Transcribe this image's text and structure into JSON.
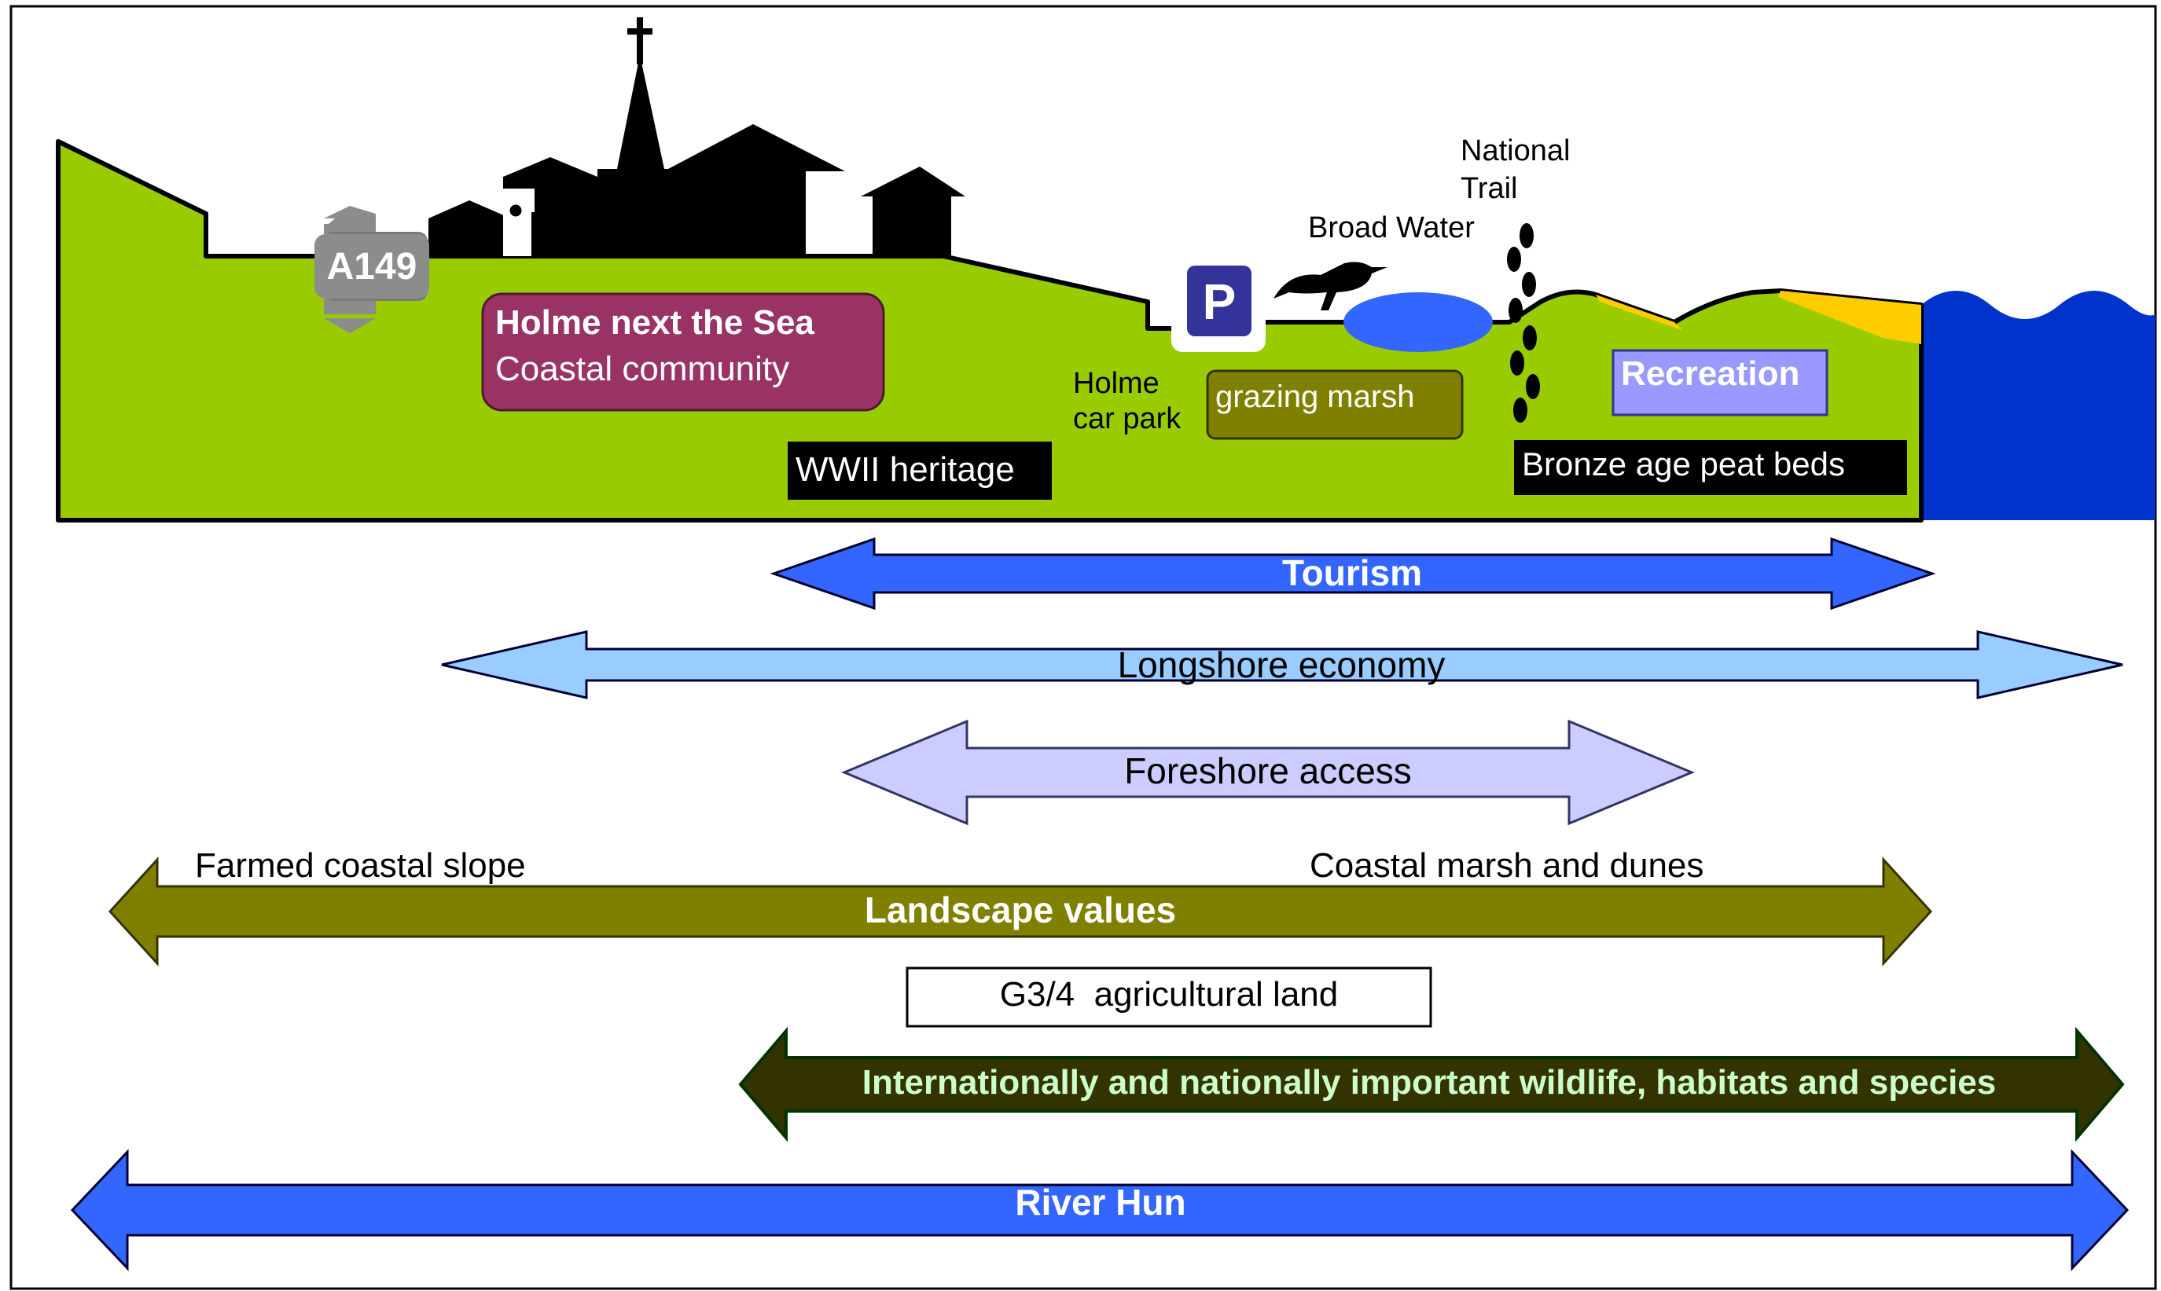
{
  "colors": {
    "grass": "#99cc00",
    "sea": "#0033cc",
    "sand": "#ffcc00",
    "pool": "#3366ff",
    "community_box": "#993366",
    "marsh_box": "#808000",
    "recreation_box": "#9999ff",
    "tourism": "#3366ff",
    "longshore": "#99ccff",
    "foreshore": "#ccccff",
    "landscape": "#808000",
    "wildlife": "#333300",
    "wildlife_text": "#ccffcc",
    "river": "#3366ff"
  },
  "icons": [
    "church-icon",
    "houses-icon",
    "road-sign-icon",
    "parking-icon",
    "bird-icon",
    "footprints-icon"
  ],
  "landscape": {
    "road_sign": "A149",
    "parking_letter": "P",
    "community_line1": "Holme next the Sea",
    "community_line2": "Coastal community",
    "wwii": "WWII heritage",
    "car_park_line1": "Holme",
    "car_park_line2": "car park",
    "broad_water": "Broad Water",
    "national_trail_line1": "National",
    "national_trail_line2": "Trail",
    "grazing_marsh": "grazing marsh",
    "recreation": "Recreation",
    "bronze_age": "Bronze age peat beds"
  },
  "arrows": {
    "tourism": "Tourism",
    "longshore": "Longshore economy",
    "foreshore": "Foreshore access",
    "farmed": "Farmed coastal slope",
    "coastal_marsh": "Coastal marsh and dunes",
    "landscape_values": "Landscape values",
    "agricultural": "G3/4  agricultural land",
    "wildlife": "Internationally and nationally important wildlife, habitats and species",
    "river": "River Hun"
  }
}
